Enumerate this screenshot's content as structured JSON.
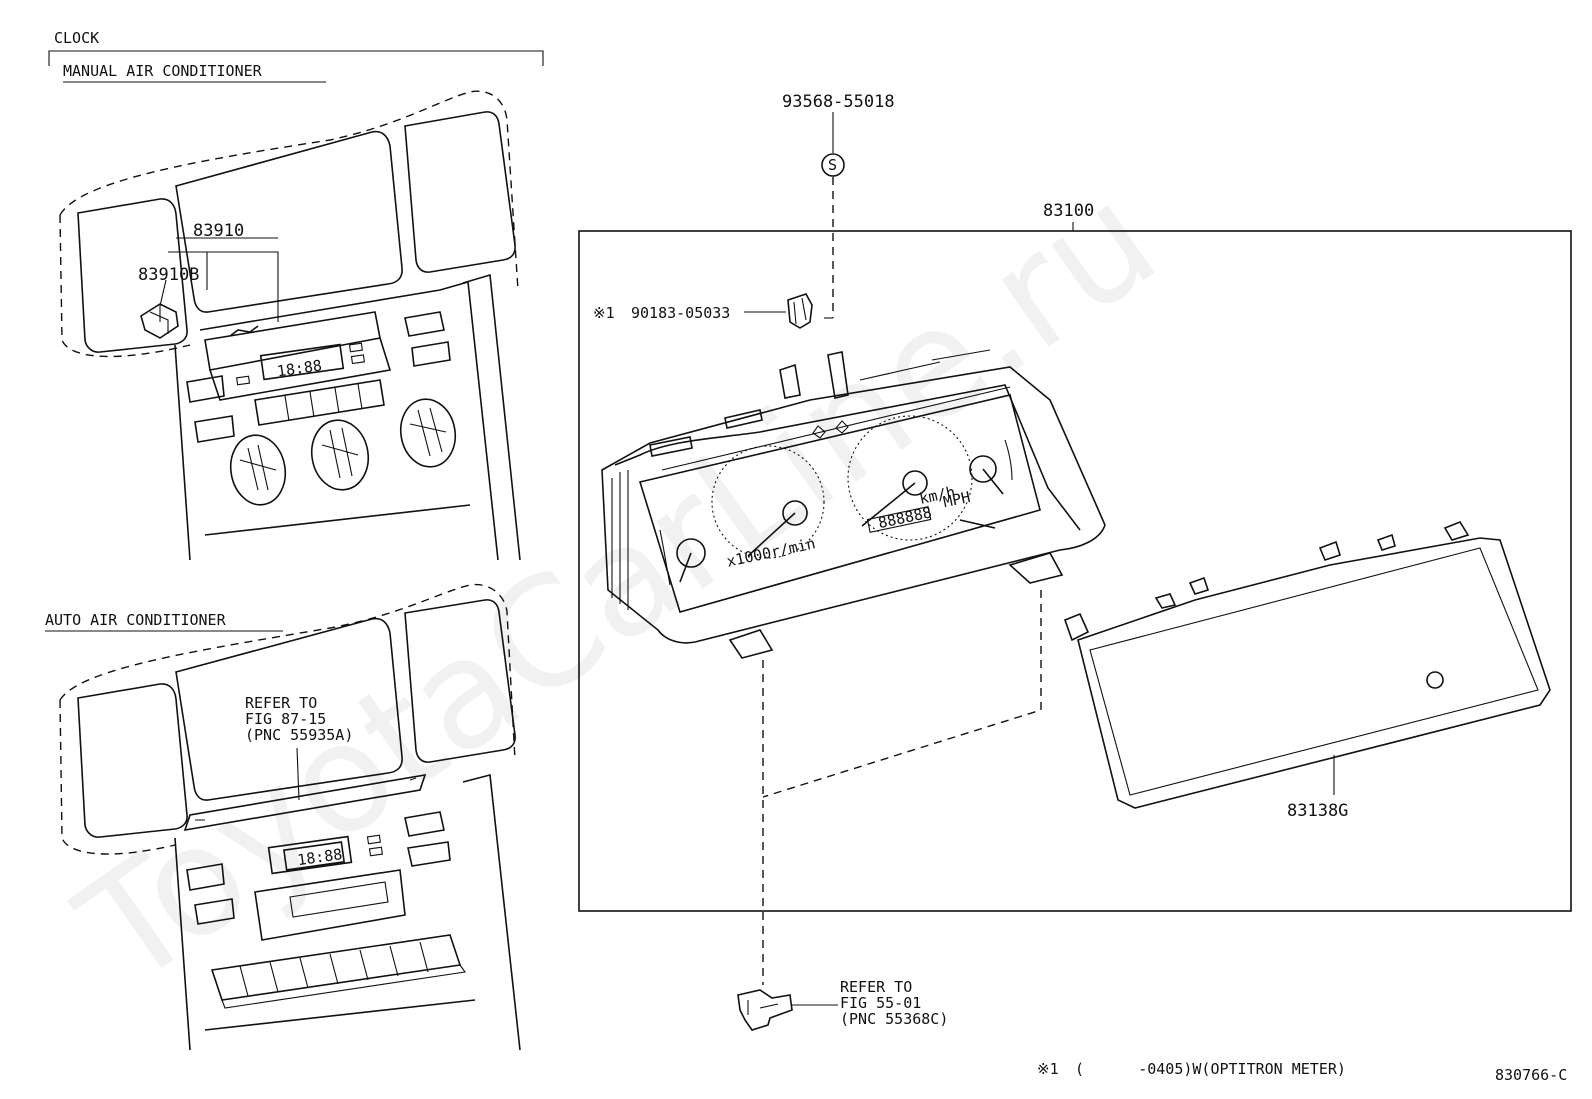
{
  "watermark": "ToyotaCarLine.ru",
  "sections": {
    "clock_title": "CLOCK",
    "manual_ac_title": "MANUAL AIR CONDITIONER",
    "auto_ac_title": "AUTO AIR CONDITIONER"
  },
  "parts": {
    "clock": "83910",
    "clock_bulb": "83910B",
    "screw": "93568-55018",
    "screw_symbol": "S",
    "meter_assembly": "83100",
    "clip_note_mark": "※1",
    "clip": "90183-05033",
    "meter_glass": "83138G"
  },
  "clock_display": "18:88",
  "meter_odo": "888888",
  "meter_labels": {
    "rpm": "x1000r/min",
    "kmh": "km/h",
    "mph": "MPH"
  },
  "references": {
    "fig87": [
      "REFER TO",
      "FIG 87-15",
      "(PNC 55935A)"
    ],
    "fig55": [
      "REFER TO",
      "FIG 55-01",
      "(PNC 55368C)"
    ]
  },
  "footnote": {
    "mark": "※1",
    "text": "(      -0405)W(OPTITRON METER)"
  },
  "figure_code": "830766-C"
}
